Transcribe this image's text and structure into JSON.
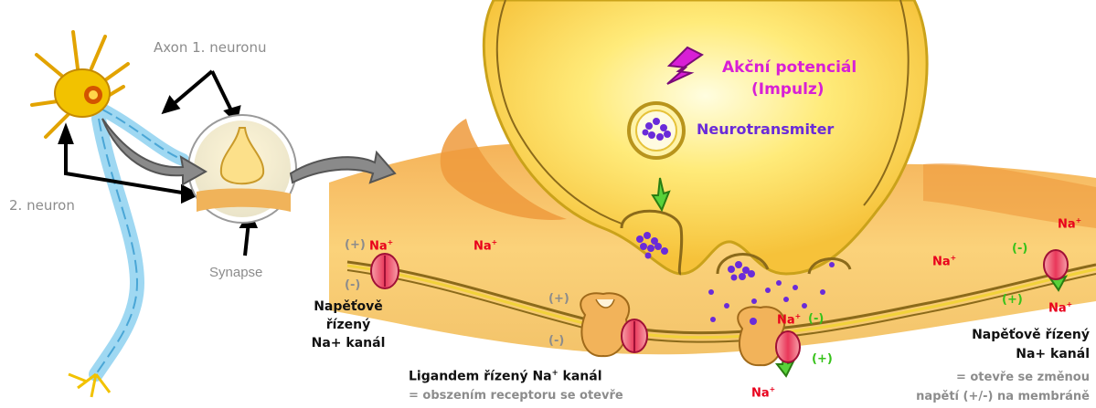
{
  "labels": {
    "axon_first_neuron": "Axon 1. neuronu",
    "second_neuron": "2. neuron",
    "synapse": "Synapse",
    "action_potential_line1": "Akční potenciál",
    "action_potential_line2": "(Impulz)",
    "neurotransmitter": "Neurotransmiter",
    "na": "Na",
    "plus_superscript": "+",
    "plus_sign": "(+)",
    "minus_sign": "(-)",
    "voltage_gated_left_line1": "Napěťově",
    "voltage_gated_left_line2": "řízený",
    "voltage_gated_left_line3": "Na+ kanál",
    "voltage_gated_right_line1": "Napěťově řízený",
    "voltage_gated_right_line2": "Na+ kanál",
    "voltage_gated_right_line3": "= otevře se změnou",
    "voltage_gated_right_line4": "napětí (+/-) na membráně",
    "ligand_gated_line1": "Ligandem řízený Na",
    "ligand_gated_line1_end": " kanál",
    "ligand_gated_line2": "= obszením receptoru se otevře"
  },
  "colors": {
    "action_potential": "#d81fd6",
    "neurotransmitter": "#6a2bd9",
    "na_ion": "#e8001c",
    "polarity_green": "#36c21a",
    "polarity_grey": "#8c8c8c",
    "neuron_body": "#f2c200",
    "axon": "#9fd8f2"
  },
  "icons": [
    "lightning-bolt-icon",
    "arrow-icon",
    "vesicle-icon",
    "ion-channel-icon"
  ]
}
